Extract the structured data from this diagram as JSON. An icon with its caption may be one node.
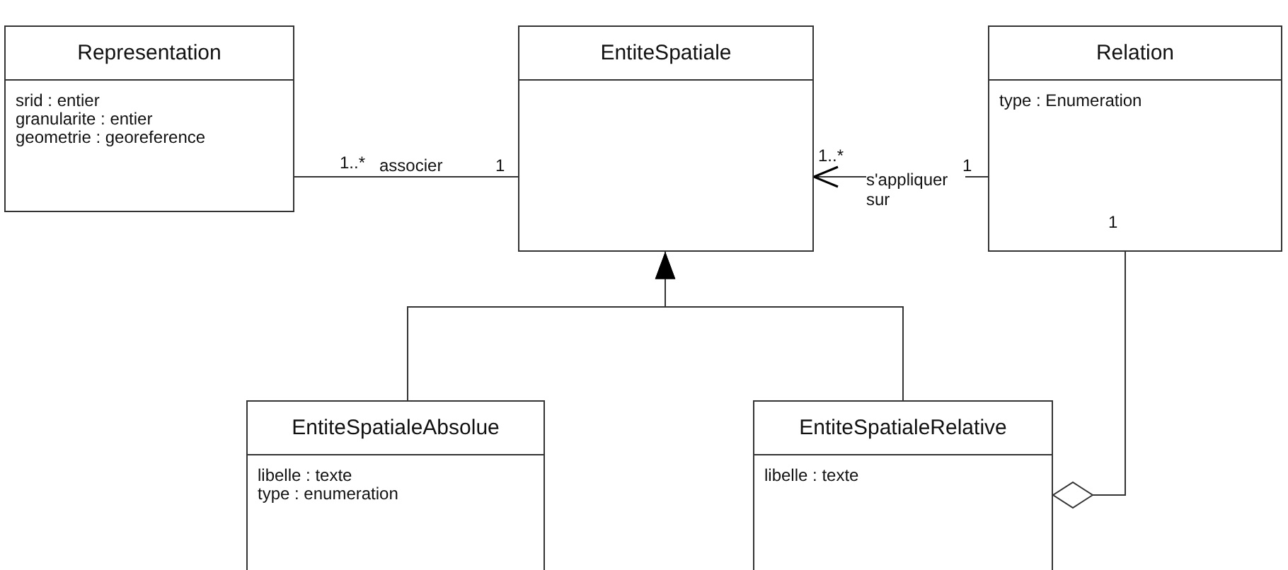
{
  "diagram": {
    "nodes": [
      {
        "text": [
          "Representation",
          "srid : entier",
          "granularite : entier",
          "geometrie : georeference"
        ]
      },
      {
        "text": [
          "EntiteSpatiale"
        ]
      },
      {
        "text": [
          "Relation",
          "type : Enumeration"
        ]
      },
      {
        "text": [
          "EntiteSpatialeAbsolue",
          "libelle : texte",
          "type : enumeration"
        ]
      },
      {
        "text": [
          "EntiteSpatialeRelative",
          "libelle : texte"
        ]
      }
    ],
    "edges": [
      {
        "from": 0,
        "to": 1,
        "arrow": "none",
        "label": "associer"
      },
      {
        "from": 2,
        "to": 1,
        "arrow": "to",
        "label": "s'appliquer sur"
      },
      {
        "from": 3,
        "to": 1,
        "arrow": "to"
      },
      {
        "from": 4,
        "to": 1,
        "arrow": "to"
      },
      {
        "from": 2,
        "to": 4,
        "arrow": "other"
      }
    ],
    "labels": [
      "1..*",
      "1",
      "1..*",
      "1",
      "1"
    ]
  }
}
